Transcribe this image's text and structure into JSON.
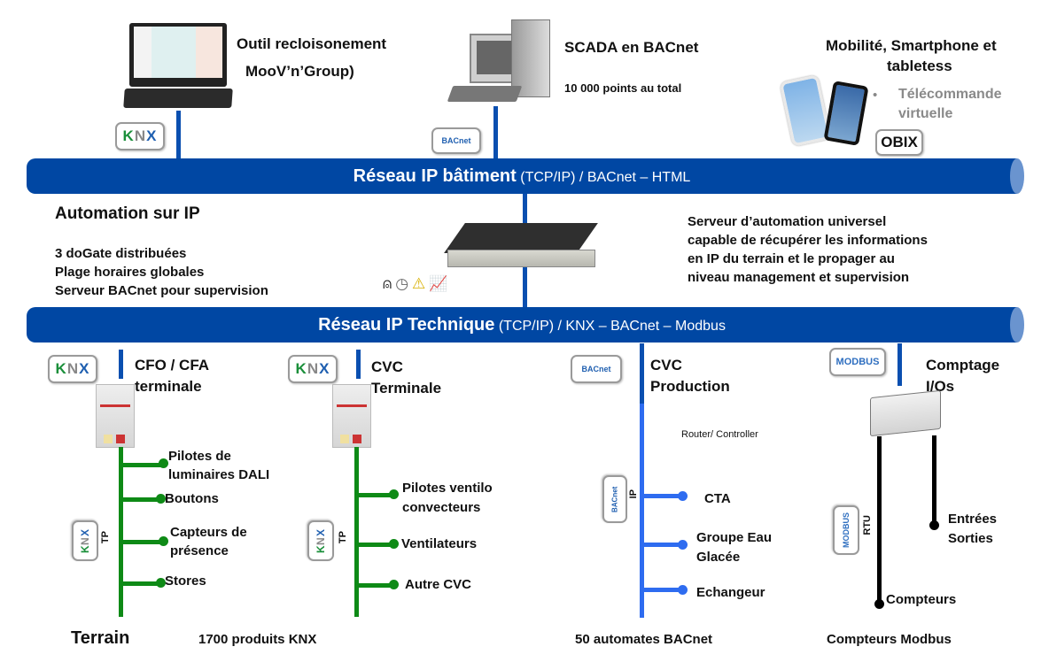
{
  "top": {
    "laptop": {
      "title_line1": "Outil recloisonement",
      "title_line2": "MooV’n’Group)",
      "protocol_logo": "KNX"
    },
    "scada": {
      "title": "SCADA  en BACnet",
      "subtitle": "10 000 points au total",
      "protocol_logo": "BACnet"
    },
    "mobile": {
      "title_line1": "Mobilité, Smartphone et",
      "title_line2": "tabletess",
      "bullet": "•",
      "bullet_line1": "Télécommande",
      "bullet_line2": "virtuelle",
      "protocol_logo": "OBIX"
    }
  },
  "network_building": {
    "name": "Réseau IP bâtiment",
    "protocols": "(TCP/IP)  / BACnet   – HTML"
  },
  "automation": {
    "title": "Automation sur IP",
    "lines": [
      "3 doGate distribuées",
      "Plage horaires globales",
      "Serveur BACnet pour supervision"
    ],
    "server_desc": [
      "Serveur d’automation universel",
      "capable de récupérer les informations",
      "en IP du terrain et le propager au",
      "niveau management et supervision"
    ],
    "feature_icons": [
      "scheduler-icon",
      "clock-icon",
      "warning-icon",
      "trend-chart-icon"
    ]
  },
  "network_technical": {
    "name": "Réseau IP Technique",
    "protocols": "(TCP/IP)  / KNX – BACnet – Modbus"
  },
  "branches": [
    {
      "title_line1": "CFO / CFA",
      "title_line2": "terminale",
      "protocol_logo": "KNX",
      "bus_label": "TP",
      "bus_logo": "KNX",
      "items": [
        "Pilotes de",
        "luminaires DALI",
        "Boutons",
        "Capteurs de",
        "présence",
        "Stores"
      ],
      "footer_left": "Terrain",
      "footer": "1700 produits KNX"
    },
    {
      "title_line1": "CVC",
      "title_line2": "Terminale",
      "protocol_logo": "KNX",
      "bus_label": "TP",
      "bus_logo": "KNX",
      "items": [
        "Pilotes ventilo",
        "convecteurs",
        "Ventilateurs",
        "Autre CVC"
      ]
    },
    {
      "title_line1": "CVC",
      "title_line2": "Production",
      "protocol_logo": "BACnet",
      "bus_label": "IP",
      "bus_logo": "BACnet",
      "device_label": "Router/ Controller",
      "items": [
        "CTA",
        "Groupe Eau",
        "Glacée",
        "Echangeur"
      ],
      "footer": "50 automates BACnet"
    },
    {
      "title_line1": "Comptage",
      "title_line2": "I/Os",
      "protocol_logo": "MODBUS",
      "bus_label": "RTU",
      "bus_logo": "MODBUS",
      "items": [
        "Entrées",
        "Sorties",
        "Compteurs"
      ],
      "footer": "Compteurs Modbus"
    }
  ],
  "colors": {
    "pipe": "#0047A3",
    "pipe_cap": "#6A94CF",
    "knx_bus": "#0E8A16",
    "bacnet_bus": "#2E6CF0",
    "modbus_bus": "#000000"
  }
}
